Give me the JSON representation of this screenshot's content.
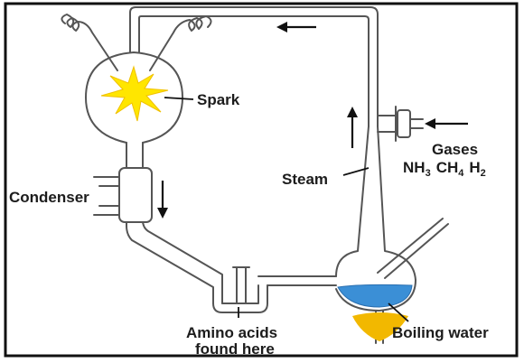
{
  "labels": {
    "spark": "Spark",
    "condenser": "Condenser",
    "steam": "Steam",
    "gases_title": "Gases",
    "gases_formula": {
      "nh3": "NH",
      "nh3_sub": "3",
      "ch4": "CH",
      "ch4_sub": "4",
      "h2": "H",
      "h2_sub": "2"
    },
    "amino_line1": "Amino acids",
    "amino_line2": "found here",
    "boiling_water": "Boiling water"
  },
  "colors": {
    "frame": "#111111",
    "glass": "#555555",
    "spark": "#ffe600",
    "water": "#3b8fd6",
    "flame": "#f2b800"
  },
  "icons": {
    "spark": "spark-burst-icon",
    "flame": "flame-icon",
    "flow_arrow": "arrow-icon"
  }
}
